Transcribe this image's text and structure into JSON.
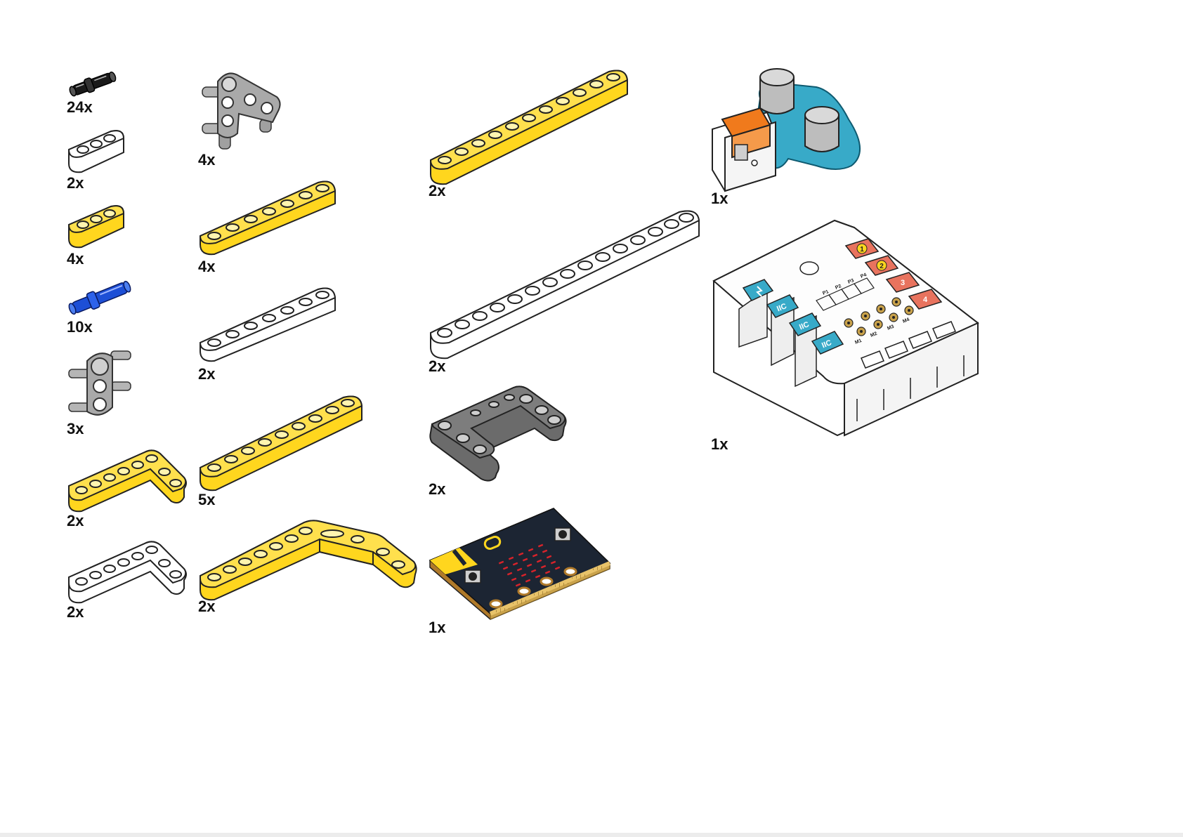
{
  "colors": {
    "yellow": "#ffd61e",
    "yellow_dark": "#e9b800",
    "white": "#ffffff",
    "gray": "#a9a9a9",
    "dark_gray": "#6b6b6b",
    "blue": "#1d4fd6",
    "teal": "#38aac8",
    "orange": "#f07a1c",
    "salmon": "#e8735e",
    "pcb": "#1c2533",
    "led": "#d8232a",
    "outline": "#222222"
  },
  "parts": [
    {
      "name": "black-pin",
      "quantity": "24x",
      "icon": "black-connector-pin-icon"
    },
    {
      "name": "white-beam-3",
      "quantity": "2x",
      "icon": "white-3-hole-beam-icon"
    },
    {
      "name": "yellow-beam-3",
      "quantity": "4x",
      "icon": "yellow-3-hole-beam-icon"
    },
    {
      "name": "blue-axle-pin",
      "quantity": "10x",
      "icon": "blue-axle-pin-icon"
    },
    {
      "name": "gray-connector-h",
      "quantity": "3x",
      "icon": "gray-h-connector-icon"
    },
    {
      "name": "yellow-l-beam",
      "quantity": "2x",
      "icon": "yellow-l-beam-icon"
    },
    {
      "name": "white-l-beam",
      "quantity": "2x",
      "icon": "white-l-beam-icon"
    },
    {
      "name": "gray-connector-cross",
      "quantity": "4x",
      "icon": "gray-cross-connector-icon"
    },
    {
      "name": "yellow-beam-7",
      "quantity": "4x",
      "icon": "yellow-7-hole-beam-icon"
    },
    {
      "name": "white-beam-7",
      "quantity": "2x",
      "icon": "white-7-hole-beam-icon"
    },
    {
      "name": "yellow-beam-9",
      "quantity": "5x",
      "icon": "yellow-9-hole-beam-icon"
    },
    {
      "name": "yellow-bent-beam",
      "quantity": "2x",
      "icon": "yellow-bent-beam-icon"
    },
    {
      "name": "yellow-beam-11",
      "quantity": "2x",
      "icon": "yellow-11-hole-beam-icon"
    },
    {
      "name": "white-beam-15",
      "quantity": "2x",
      "icon": "white-15-hole-beam-icon"
    },
    {
      "name": "gray-u-frame",
      "quantity": "2x",
      "icon": "dark-gray-u-frame-icon"
    },
    {
      "name": "microbit-board",
      "quantity": "1x",
      "icon": "microbit-board-icon"
    },
    {
      "name": "ultrasonic-sensor",
      "quantity": "1x",
      "icon": "ultrasonic-sensor-icon"
    },
    {
      "name": "nezha-breakout-box",
      "quantity": "1x",
      "icon": "breakout-box-icon"
    }
  ],
  "box_labels": {
    "ports": [
      "1",
      "2",
      "3",
      "4"
    ],
    "iic": "IIC",
    "pins_top": [
      "P1",
      "P2",
      "P3",
      "P4"
    ],
    "pins_bottom": [
      "M1",
      "M2",
      "M3",
      "M4"
    ]
  }
}
